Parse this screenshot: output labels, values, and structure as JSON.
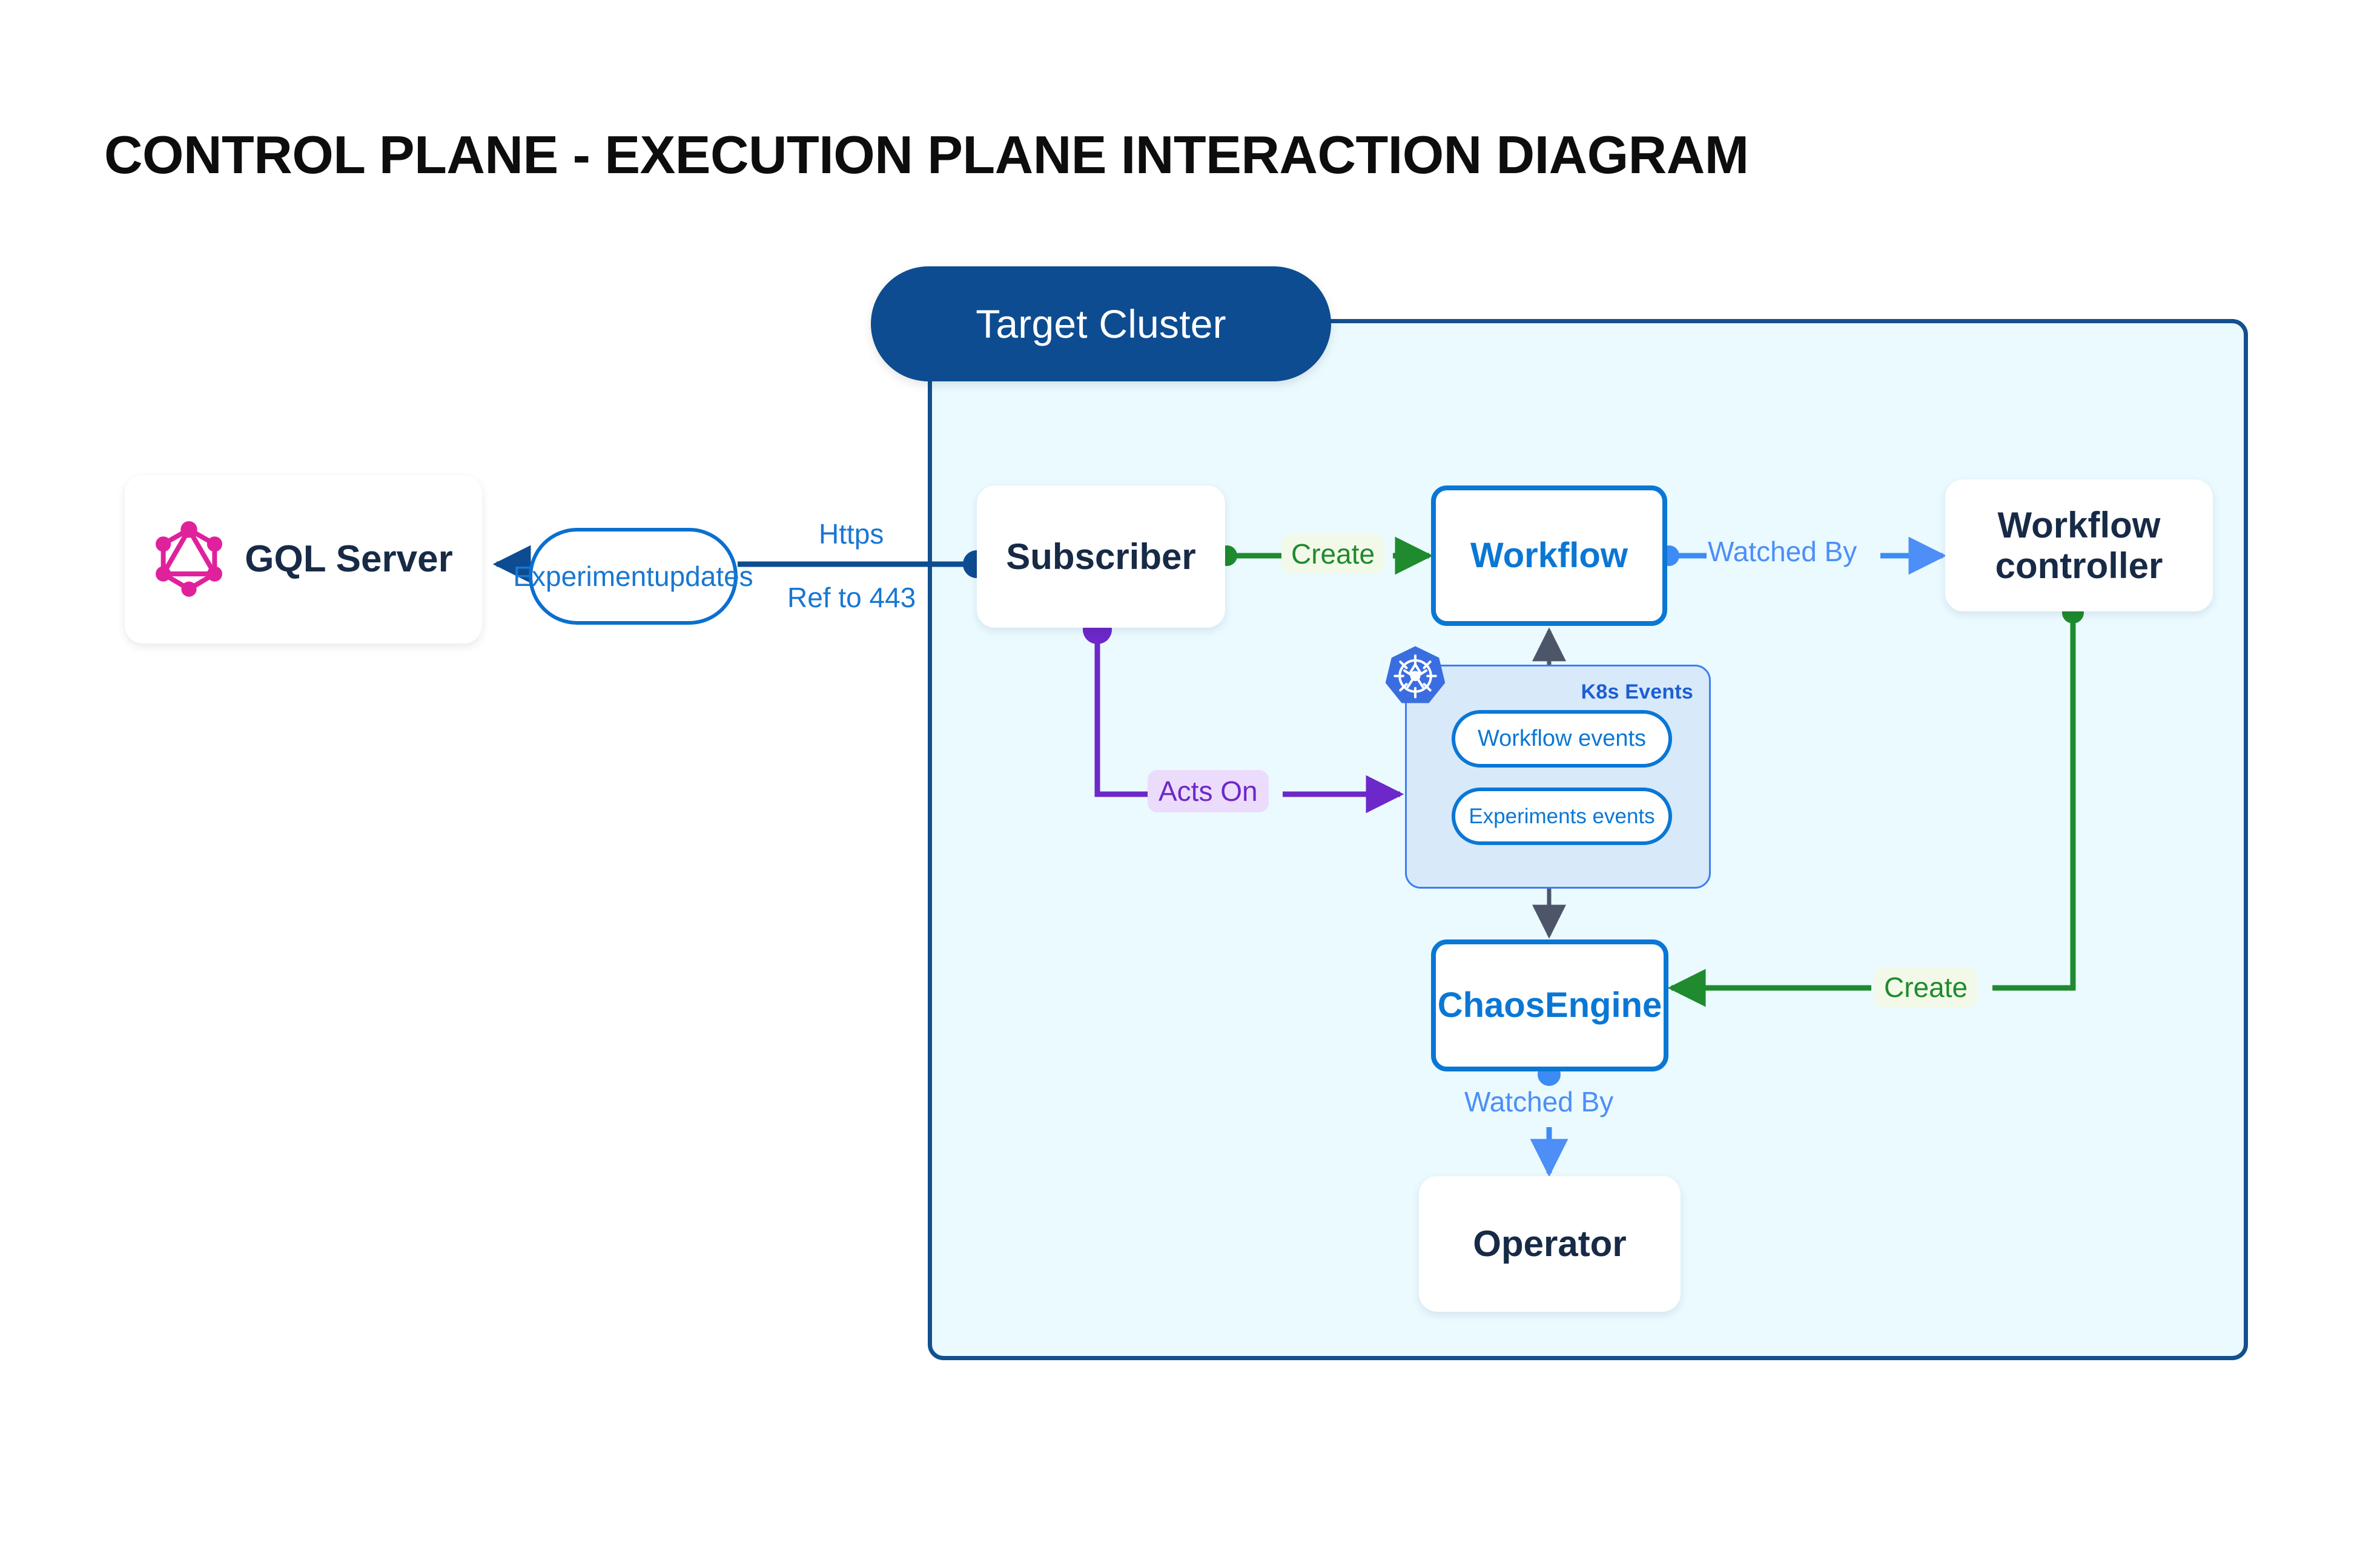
{
  "page": {
    "title": "CONTROL PLANE - EXECUTION PLANE INTERACTION DIAGRAM",
    "background_color": "#ffffff"
  },
  "cluster": {
    "header_label": "Target Cluster",
    "header_bg": "#0d4c90",
    "body_bg": "#eafaff",
    "border_color": "#12508f"
  },
  "nodes": {
    "gql_server": {
      "label": "GQL Server",
      "icon": "graphql-icon",
      "icon_color": "#e0219c",
      "style": "plain-white"
    },
    "subscriber": {
      "label": "Subscriber",
      "style": "plain-white"
    },
    "workflow": {
      "label": "Workflow",
      "style": "outlined-blue",
      "color": "#0a77d5"
    },
    "workflow_controller": {
      "label_line1": "Workflow",
      "label_line2": "controller",
      "style": "plain-white"
    },
    "chaos_engine": {
      "label": "ChaosEngine",
      "style": "outlined-blue",
      "color": "#0a77d5"
    },
    "operator": {
      "label": "Operator",
      "style": "plain-white"
    }
  },
  "k8s_panel": {
    "title": "K8s Events",
    "icon": "kubernetes-icon",
    "icon_color": "#3a6ee0",
    "bg": "#d8e9f9",
    "border": "#3d7ef0",
    "pills": [
      {
        "label": "Workflow events"
      },
      {
        "label": "Experiments events"
      }
    ]
  },
  "edges": {
    "experiment_updates": {
      "line1": "Experiment",
      "line2": "updates",
      "color": "#1877d2"
    },
    "https": {
      "label": "Https",
      "color": "#1877d2"
    },
    "ref_443": {
      "label": "Ref to 443",
      "color": "#1877d2"
    },
    "create_workflow": {
      "label": "Create",
      "color": "#1f8a2e"
    },
    "watched_by_controller": {
      "label": "Watched By",
      "color": "#4d8ef7"
    },
    "acts_on": {
      "label": "Acts On",
      "color": "#6d28c9"
    },
    "create_chaosengine": {
      "label": "Create",
      "color": "#1f8a2e"
    },
    "watched_by_operator": {
      "label": "Watched By",
      "color": "#4d8ef7"
    }
  }
}
